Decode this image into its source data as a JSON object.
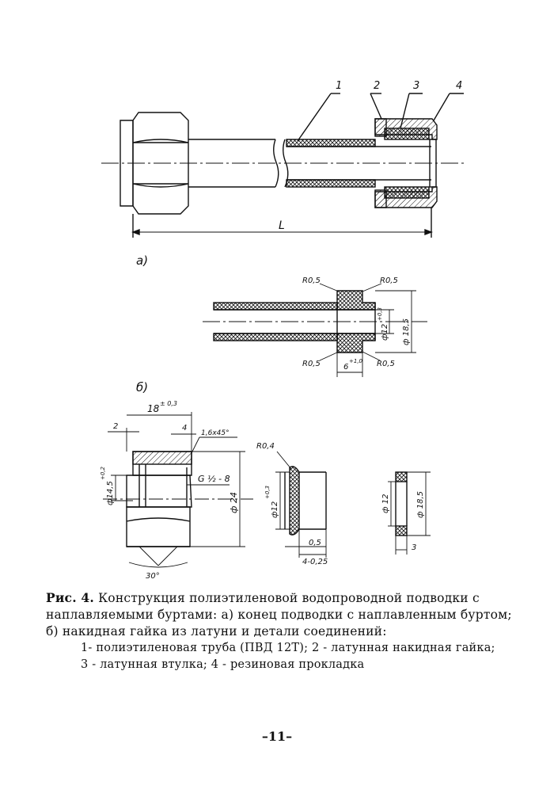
{
  "figure": {
    "callouts": [
      "1",
      "2",
      "3",
      "4"
    ],
    "dimensions": {
      "length": "L",
      "r05_tl": "R0,5",
      "r05_tr": "R0,5",
      "r05_bl": "R0,5",
      "r05_br": "R0,5",
      "d12_a": "ф12",
      "d12_a_tol": "+0,3",
      "d18_a": "ф 18,5",
      "w6": "6",
      "w6_tol": "+1,0",
      "d18_tol": "18",
      "d18_tol_val": "± 0,3",
      "n2": "2",
      "n4": "4",
      "chamfer": "1,6x45°",
      "d145": "ф14,5",
      "d145_tol": "+0,2",
      "thread": "G ½ - 8",
      "d24": "ф 24",
      "angle30": "30°",
      "r04": "R0,4",
      "d12_b": "ф12",
      "d12_b_tol": "+0,3",
      "d05": "0,5",
      "d4": "4-0,25",
      "d12_c": "ф 12",
      "d18_c": "ф 18,5",
      "n3": "3"
    },
    "sublabel_a": "а)",
    "sublabel_b": "б)"
  },
  "caption": {
    "line1_bold": "Рис. 4.",
    "line1_rest": " Конструкция полиэтиленовой водопроводной подводки с",
    "line2": "наплавляемыми буртами: а) конец подводки с наплавленным буртом;",
    "line3": "б) накидная гайка из латуни и детали соединений:",
    "line4": "1- полиэтиленовая труба (ПВД 12Т); 2 - латунная накидная гайка;",
    "line5": "3 - латунная втулка; 4 - резиновая прокладка"
  },
  "page_number": "–11–"
}
